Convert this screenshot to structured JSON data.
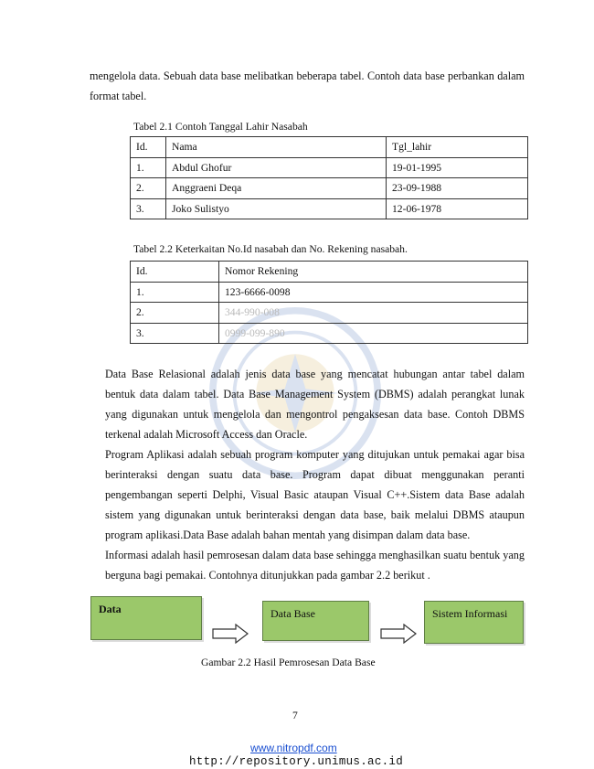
{
  "intro_text": "mengelola data. Sebuah data base melibatkan beberapa tabel. Contoh data base perbankan dalam format tabel.",
  "table1": {
    "caption": "Tabel 2.1 Contoh Tanggal Lahir Nasabah",
    "headers": [
      "Id.",
      "Nama",
      "Tgl_lahir"
    ],
    "rows": [
      [
        "1.",
        "Abdul Ghofur",
        "19-01-1995"
      ],
      [
        "2.",
        "Anggraeni Deqa",
        "23-09-1988"
      ],
      [
        "3.",
        "Joko Sulistyo",
        "12-06-1978"
      ]
    ]
  },
  "table2": {
    "caption": "Tabel 2.2 Keterkaitan No.Id nasabah dan No. Rekening nasabah.",
    "headers": [
      "Id.",
      "Nomor Rekening"
    ],
    "rows": [
      [
        "1.",
        "123-6666-0098"
      ],
      [
        "2.",
        "344-990-008"
      ],
      [
        "3.",
        "0999-099-890"
      ]
    ]
  },
  "para1": "Data Base Relasional adalah jenis data base yang mencatat hubungan antar tabel dalam bentuk data dalam tabel. Data Base Management System (DBMS) adalah perangkat lunak yang digunakan untuk mengelola dan mengontrol pengaksesan data base. Contoh DBMS terkenal adalah Microsoft Access dan Oracle.",
  "para2": "Program Aplikasi adalah sebuah program komputer yang ditujukan untuk pemakai agar bisa berinteraksi dengan suatu data base. Program dapat dibuat menggunakan peranti pengembangan seperti Delphi, Visual Basic ataupan Visual C++.Sistem data Base adalah sistem yang digunakan untuk berinteraksi dengan data base, baik melalui DBMS ataupun program aplikasi.Data Base adalah bahan mentah yang disimpan dalam data base.",
  "para3": "Informasi adalah hasil pemrosesan dalam data base sehingga menghasilkan suatu bentuk yang berguna bagi pemakai. Contohnya ditunjukkan pada gambar 2.2 berikut .",
  "figure": {
    "box1": "Data",
    "box2": "Data Base",
    "box3": "Sistem Informasi",
    "caption": "Gambar 2.2 Hasil Pemrosesan Data Base",
    "box_color": "#9bc86a"
  },
  "page_number": "7",
  "footer_link": "www.nitropdf.com",
  "footer_repo": "http://repository.unimus.ac.id"
}
